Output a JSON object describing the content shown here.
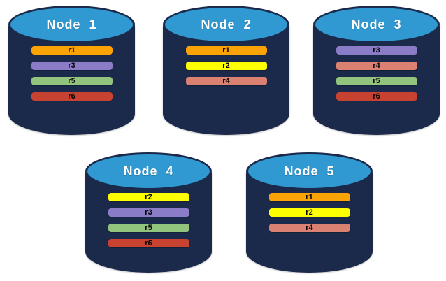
{
  "diagram": {
    "description": "Database nodes with replica placement",
    "canvas_background": "#FFFFFF"
  },
  "colors": {
    "cylinder_body": "#1B2A4B",
    "cylinder_top_fill": "#3199D2",
    "cylinder_outline": "#1B2A4B",
    "title_text": "#FFFFFF",
    "bar_text": "#000000"
  },
  "replica_colors": {
    "r1": "#FBA304",
    "r2": "#FEFF00",
    "r3": "#8A7CC6",
    "r4": "#DB8172",
    "r5": "#93C47E",
    "r6": "#C74231"
  },
  "nodes": [
    {
      "title": "Node  1",
      "replicas": [
        "r1",
        "r3",
        "r5",
        "r6"
      ]
    },
    {
      "title": "Node  2",
      "replicas": [
        "r1",
        "r2",
        "r4"
      ]
    },
    {
      "title": "Node  3",
      "replicas": [
        "r3",
        "r4",
        "r5",
        "r6"
      ]
    },
    {
      "title": "Node  4",
      "replicas": [
        "r2",
        "r3",
        "r5",
        "r6"
      ]
    },
    {
      "title": "Node  5",
      "replicas": [
        "r1",
        "r2",
        "r4"
      ]
    }
  ]
}
